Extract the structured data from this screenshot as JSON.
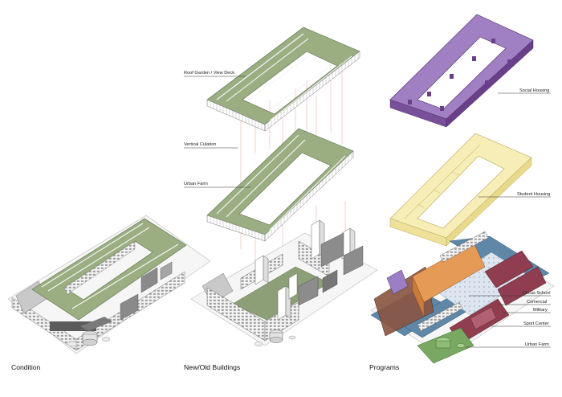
{
  "captions": {
    "condition": "Condition",
    "buildings": "New/Old Buildings",
    "programs": "Programs"
  },
  "middle_labels": {
    "roof": "Roof Garden / View Deck",
    "vertical": "Vertical Culation",
    "farm": "Urban Farm"
  },
  "program_labels": {
    "social": "Social Housing",
    "student": "Student Housing",
    "circus": "Circus School",
    "commercial": "Comercial",
    "military": "Military",
    "sport": "Sport Center",
    "farm": "Urban Farm"
  },
  "colors": {
    "green_roof": "#9aae82",
    "social": "#8b5ea6",
    "student": "#f3e8a2",
    "blue": "#5e87a8",
    "orange": "#e59a56",
    "red": "#8f3d4f",
    "brown": "#8a5440",
    "lightblue": "#dde6f0",
    "farm_green": "#79a862",
    "purple_block": "#9b7ec3",
    "guide_red": "#e4a2a2"
  }
}
